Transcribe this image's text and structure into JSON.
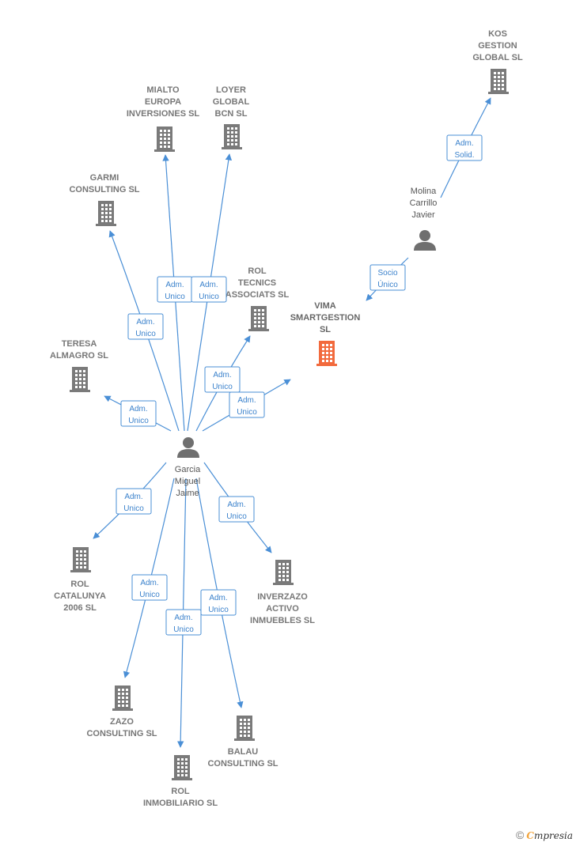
{
  "colors": {
    "edge": "#4a8fd6",
    "building": "#7a7a7a",
    "focus_building": "#f26a3d",
    "person": "#6f6f6f"
  },
  "nodes": [
    {
      "id": "kos",
      "kind": "company",
      "lines": [
        "KOS",
        "GESTION",
        "GLOBAL  SL"
      ]
    },
    {
      "id": "mialto",
      "kind": "company",
      "lines": [
        "MIALTO",
        "EUROPA",
        "INVERSIONES SL"
      ]
    },
    {
      "id": "loyer",
      "kind": "company",
      "lines": [
        "LOYER",
        "GLOBAL",
        "BCN  SL"
      ]
    },
    {
      "id": "garmi",
      "kind": "company",
      "lines": [
        "GARMI",
        "CONSULTING SL"
      ]
    },
    {
      "id": "rol_tecnics",
      "kind": "company",
      "lines": [
        "ROL",
        "TECNICS",
        "ASSOCIATS SL"
      ]
    },
    {
      "id": "vima",
      "kind": "company",
      "focus": true,
      "lines": [
        "VIMA",
        "SMARTGESTION",
        "SL"
      ]
    },
    {
      "id": "teresa",
      "kind": "company",
      "lines": [
        "TERESA",
        "ALMAGRO  SL"
      ]
    },
    {
      "id": "molina",
      "kind": "person",
      "lines": [
        "Molina",
        "Carrillo",
        "Javier"
      ]
    },
    {
      "id": "garcia",
      "kind": "person",
      "lines": [
        "Garcia",
        "Miguel",
        "Jaime"
      ]
    },
    {
      "id": "rol_cat",
      "kind": "company",
      "lines": [
        "ROL",
        "CATALUNYA",
        "2006 SL"
      ]
    },
    {
      "id": "inverzazo",
      "kind": "company",
      "lines": [
        "INVERZAZO",
        "ACTIVO",
        "INMUEBLES SL"
      ]
    },
    {
      "id": "zazo",
      "kind": "company",
      "lines": [
        "ZAZO",
        "CONSULTING SL"
      ]
    },
    {
      "id": "balau",
      "kind": "company",
      "lines": [
        "BALAU",
        "CONSULTING SL"
      ]
    },
    {
      "id": "rol_inmo",
      "kind": "company",
      "lines": [
        "ROL",
        "INMOBILIARIO SL"
      ]
    }
  ],
  "edges": [
    {
      "from": "molina",
      "to": "kos",
      "label": [
        "Adm.",
        "Solid."
      ]
    },
    {
      "from": "molina",
      "to": "vima",
      "label": [
        "Socio",
        "Único"
      ]
    },
    {
      "from": "garcia",
      "to": "mialto",
      "label": [
        "Adm.",
        "Unico"
      ]
    },
    {
      "from": "garcia",
      "to": "loyer",
      "label": [
        "Adm.",
        "Unico"
      ]
    },
    {
      "from": "garcia",
      "to": "garmi",
      "label": [
        "Adm.",
        "Unico"
      ]
    },
    {
      "from": "garcia",
      "to": "rol_tecnics",
      "label": [
        "Adm.",
        "Unico"
      ]
    },
    {
      "from": "garcia",
      "to": "vima",
      "label": [
        "Adm.",
        "Unico"
      ]
    },
    {
      "from": "garcia",
      "to": "teresa",
      "label": [
        "Adm.",
        "Unico"
      ]
    },
    {
      "from": "garcia",
      "to": "rol_cat",
      "label": [
        "Adm.",
        "Unico"
      ]
    },
    {
      "from": "garcia",
      "to": "inverzazo",
      "label": [
        "Adm.",
        "Unico"
      ]
    },
    {
      "from": "garcia",
      "to": "zazo",
      "label": [
        "Adm.",
        "Unico"
      ]
    },
    {
      "from": "garcia",
      "to": "rol_inmo",
      "label": [
        "Adm.",
        "Unico"
      ]
    },
    {
      "from": "garcia",
      "to": "balau",
      "label": [
        "Adm.",
        "Unico"
      ]
    }
  ],
  "footer": {
    "copyright": "©",
    "brand_initial": "C",
    "brand_rest": "mpresia"
  }
}
